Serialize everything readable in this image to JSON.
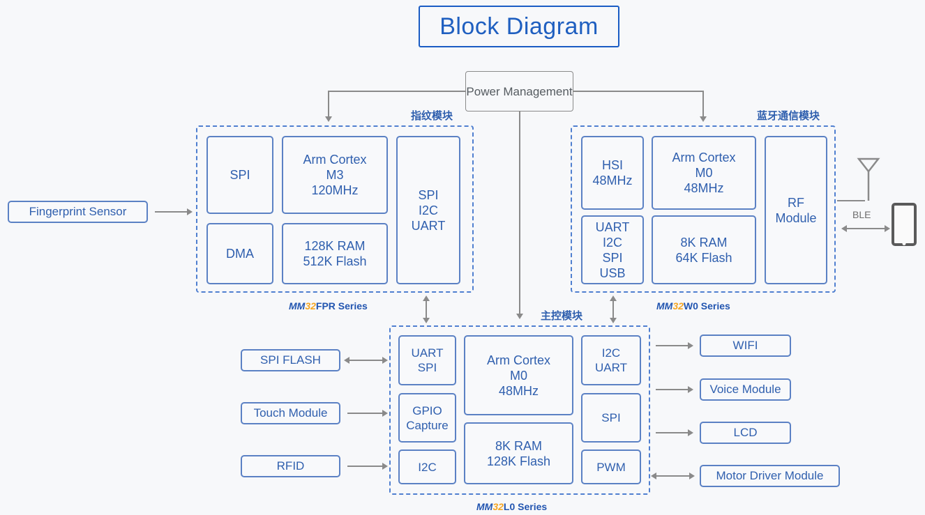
{
  "title": "Block Diagram",
  "power": {
    "label": "Power\nManagement"
  },
  "fingerprint_sensor": {
    "label": "Fingerprint Sensor"
  },
  "modules": {
    "fingerprint": {
      "cn_label": "指纹模块",
      "series": {
        "mm": "MM",
        "n32": "32",
        "rest": "FPR Series"
      },
      "blocks": {
        "spi": "SPI",
        "dma": "DMA",
        "core": "Arm Cortex\nM3\n120MHz",
        "memory": "128K RAM\n512K Flash",
        "interfaces": "SPI\nI2C\nUART"
      }
    },
    "bluetooth": {
      "cn_label": "蓝牙通信模块",
      "series": {
        "mm": "MM",
        "n32": "32",
        "rest": "W0 Series"
      },
      "blocks": {
        "hsi": "HSI\n48MHz",
        "interfaces": "UART\nI2C\nSPI\nUSB",
        "core": "Arm Cortex\nM0\n48MHz",
        "memory": "8K RAM\n64K Flash",
        "rf": "RF\nModule"
      }
    },
    "main": {
      "cn_label": "主控模块",
      "series": {
        "mm": "MM",
        "n32": "32",
        "rest": "L0 Series"
      },
      "blocks": {
        "uart_spi": "UART\nSPI",
        "gpio_capture": "GPIO\nCapture",
        "i2c_left": "I2C",
        "core": "Arm Cortex\nM0\n48MHz",
        "memory": "8K RAM\n128K Flash",
        "i2c_uart": "I2C\nUART",
        "spi_right": "SPI",
        "pwm": "PWM"
      }
    }
  },
  "left_peripherals": [
    {
      "label": "SPI FLASH",
      "direction": "bidirectional"
    },
    {
      "label": "Touch Module",
      "direction": "right"
    },
    {
      "label": "RFID",
      "direction": "right"
    }
  ],
  "right_peripherals": [
    {
      "label": "WIFI",
      "direction": "right"
    },
    {
      "label": "Voice Module",
      "direction": "right"
    },
    {
      "label": "LCD",
      "direction": "right"
    },
    {
      "label": "Motor Driver Module",
      "direction": "bidirectional"
    }
  ],
  "wireless": {
    "ble_label": "BLE"
  },
  "colors": {
    "accent_blue": "#2f5fae",
    "border_blue": "#5b81c4",
    "dashed_blue": "#4f7fd0",
    "orange": "#f5a623",
    "gray_line": "#8a8a8a",
    "background": "#f7f8fa"
  }
}
